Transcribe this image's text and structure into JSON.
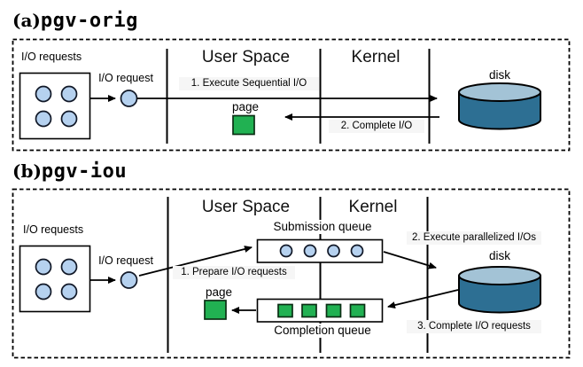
{
  "colors": {
    "circle_fill": "#b5d1ef",
    "circle_stroke": "#111827",
    "green_fill": "#21b152",
    "green_stroke": "#0b2e14",
    "disk_body": "#2d6f93",
    "disk_top": "#a3c3d6",
    "label_bg": "#f6f6f6"
  },
  "panel_a": {
    "title_prefix": "(a)",
    "title_name": "pgv-orig",
    "headings": {
      "user_space": "User Space",
      "kernel": "Kernel"
    },
    "io_requests_label": "I/O requests",
    "io_request_label": "I/O request",
    "step1": "1. Execute Sequential I/O",
    "step2": "2. Complete I/O",
    "page_label": "page",
    "disk_label": "disk"
  },
  "panel_b": {
    "title_prefix": "(b)",
    "title_name": "pgv-iou",
    "headings": {
      "user_space": "User Space",
      "kernel": "Kernel"
    },
    "io_requests_label": "I/O requests",
    "io_request_label": "I/O request",
    "step1": "1. Prepare I/O requests",
    "step2": "2. Execute parallelized I/Os",
    "step3": "3. Complete I/O requests",
    "submission_queue_label": "Submission queue",
    "completion_queue_label": "Completion queue",
    "page_label": "page",
    "disk_label": "disk"
  }
}
